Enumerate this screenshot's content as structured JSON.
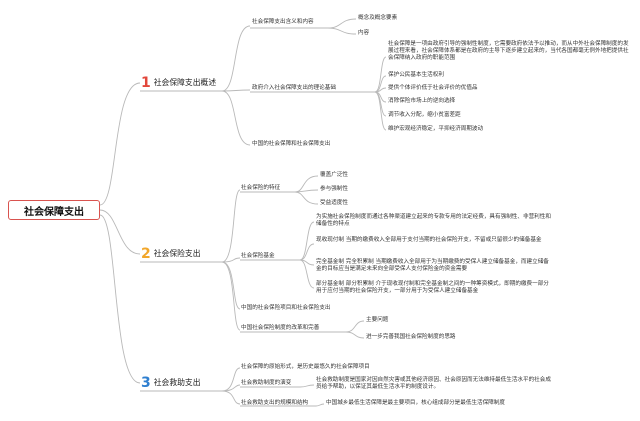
{
  "colors": {
    "line": "#b9b9b9",
    "root_border": "#d9534f",
    "num1": "#e2473b",
    "num2": "#f2a72b",
    "num3": "#2f7fd0"
  },
  "root": "社会保障支出",
  "b1": {
    "num": "1",
    "label": "社会保障支出概述",
    "c1": {
      "label": "社会保障支出含义和内容",
      "g1": "概念及概念要素",
      "g2": "内容"
    },
    "c2": {
      "label": "政府介入社会保障支出的理论基础",
      "g1": "社会保障是一项由政府引导的强制性制度，它需要政府依法予以推动，而从中外社会保障制度的发展过程来看，社会保障体系都是在政府的主导下逐步建立起来的，当代各国都毫无例外地把提供社会保障纳入政府的职能范围",
      "g2": "保护公民基本生活权利",
      "g3": "提供个体评价低于社会评价的优值品",
      "g4": "消除保险市场上的逆向选择",
      "g5": "调节收入分配，缩小贫富差距",
      "g6": "维护宏观经济稳定，平抑经济周期波动"
    },
    "c3": {
      "label": "中国的社会保障和社会保障支出"
    }
  },
  "b2": {
    "num": "2",
    "label": "社会保险支出",
    "c1": {
      "label": "社会保险的特征",
      "g1": "覆盖广泛性",
      "g2": "参与强制性",
      "g3": "受益适度性"
    },
    "c2": {
      "label": "社会保险基金",
      "g1": "为实施社会保险制度而通过各种渠道建立起来的专款专用的法定经费，具有强制性、非营利性和储备性的特点",
      "g2": "现收现付制 当期的缴费收入全部用于支付当期的社会保险开支，不留或只留很少的储备基金",
      "g3": "完全基金制 完全积累制 当期缴费收入全部用于为当期缴费的受保人建立储备基金，而建立储备金的目标应当是满足未来向全部受保人支付保险金的资金需要",
      "g4": "部分基金制 部分积累制 介于现收现付制和完全基金制之间的一种筹资模式，即期的缴费一部分用于应付当期的社会保险开支，一部分用于为受保人建立储备基金"
    },
    "c3": {
      "label": "中国的社会保险项目和社会保险支出"
    },
    "c4": {
      "label": "中国社会保险制度的改革和完善",
      "g1": "主要问题",
      "g2": "进一步完善我国社会保险制度的思路"
    }
  },
  "b3": {
    "num": "3",
    "label": "社会救助支出",
    "c1": {
      "label": "社会保障的原始形式，是历史最悠久的社会保障项目"
    },
    "c2": {
      "label": "社会救助制度的演变",
      "g1": "社会救助制度是国家对因自然灾害或其他经济原因、社会原因而无法维持最低生活水平的社会成员给予帮助，以保证其最低生活水平的制度设计。"
    },
    "c3": {
      "label": "社会救助支出的规模和结构",
      "g1": "中国城乡最低生活保障是最主要项目，核心组成部分是最低生活保障制度"
    }
  }
}
